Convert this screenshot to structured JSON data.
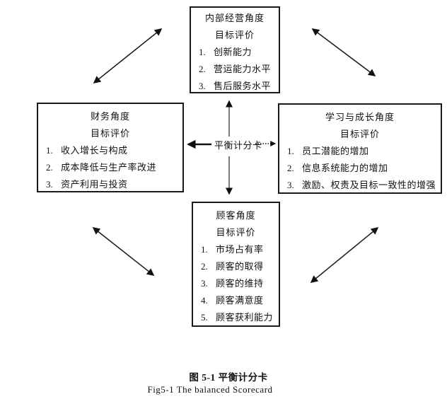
{
  "figure": {
    "center_label": "平衡计分卡",
    "boxes": {
      "internal_process": {
        "title": "内部经营角度",
        "subtitle": "目标评价",
        "items": [
          {
            "num": "1.",
            "text": "创新能力"
          },
          {
            "num": "2.",
            "text": "营运能力水平"
          },
          {
            "num": "3.",
            "text": "售后服务水平"
          }
        ]
      },
      "financial": {
        "title": "财务角度",
        "subtitle": "目标评价",
        "items": [
          {
            "num": "1.",
            "text": "收入增长与构成"
          },
          {
            "num": "2.",
            "text": "成本降低与生产率改进"
          },
          {
            "num": "3.",
            "text": "资产利用与投资"
          }
        ]
      },
      "learning_growth": {
        "title": "学习与成长角度",
        "subtitle": "目标评价",
        "items": [
          {
            "num": "1.",
            "text": "员工潜能的增加"
          },
          {
            "num": "2.",
            "text": "信息系统能力的增加"
          },
          {
            "num": "3.",
            "text": "激励、权责及目标一致性的增强"
          }
        ]
      },
      "customer": {
        "title": "顾客角度",
        "subtitle": "目标评价",
        "items": [
          {
            "num": "1.",
            "text": "市场占有率"
          },
          {
            "num": "2.",
            "text": "顾客的取得"
          },
          {
            "num": "3.",
            "text": "顾客的维持"
          },
          {
            "num": "4.",
            "text": "顾客满意度"
          },
          {
            "num": "5.",
            "text": "顾客获利能力"
          }
        ]
      }
    },
    "caption_zh": "图 5-1 平衡计分卡",
    "caption_en": "Fig5-1 The balanced Scorecard",
    "colors": {
      "line_black": "#1a1a1a",
      "line_gray": "#7a7a7a",
      "background": "#ffffff",
      "text": "#111111"
    }
  }
}
